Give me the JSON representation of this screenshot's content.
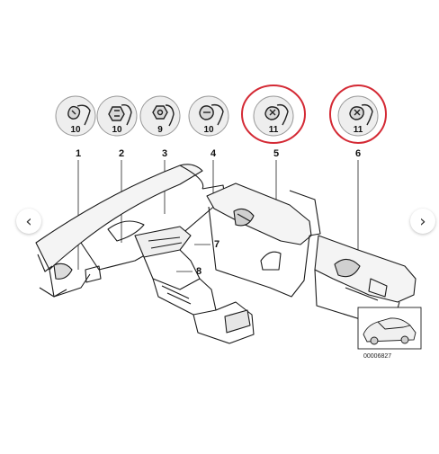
{
  "diagram": {
    "part_icons": [
      {
        "qty": "10",
        "callout": "1",
        "highlighted": false
      },
      {
        "qty": "10",
        "callout": "2",
        "highlighted": false
      },
      {
        "qty": "9",
        "callout": "3",
        "highlighted": false
      },
      {
        "qty": "10",
        "callout": "4",
        "highlighted": false
      },
      {
        "qty": "11",
        "callout": "5",
        "highlighted": true
      },
      {
        "qty": "11",
        "callout": "6",
        "highlighted": true
      }
    ],
    "callouts_extra": [
      "7",
      "8"
    ],
    "diagram_id": "00006827",
    "highlight_color": "#d42a35"
  },
  "nav": {
    "prev": "‹",
    "next": "›"
  }
}
